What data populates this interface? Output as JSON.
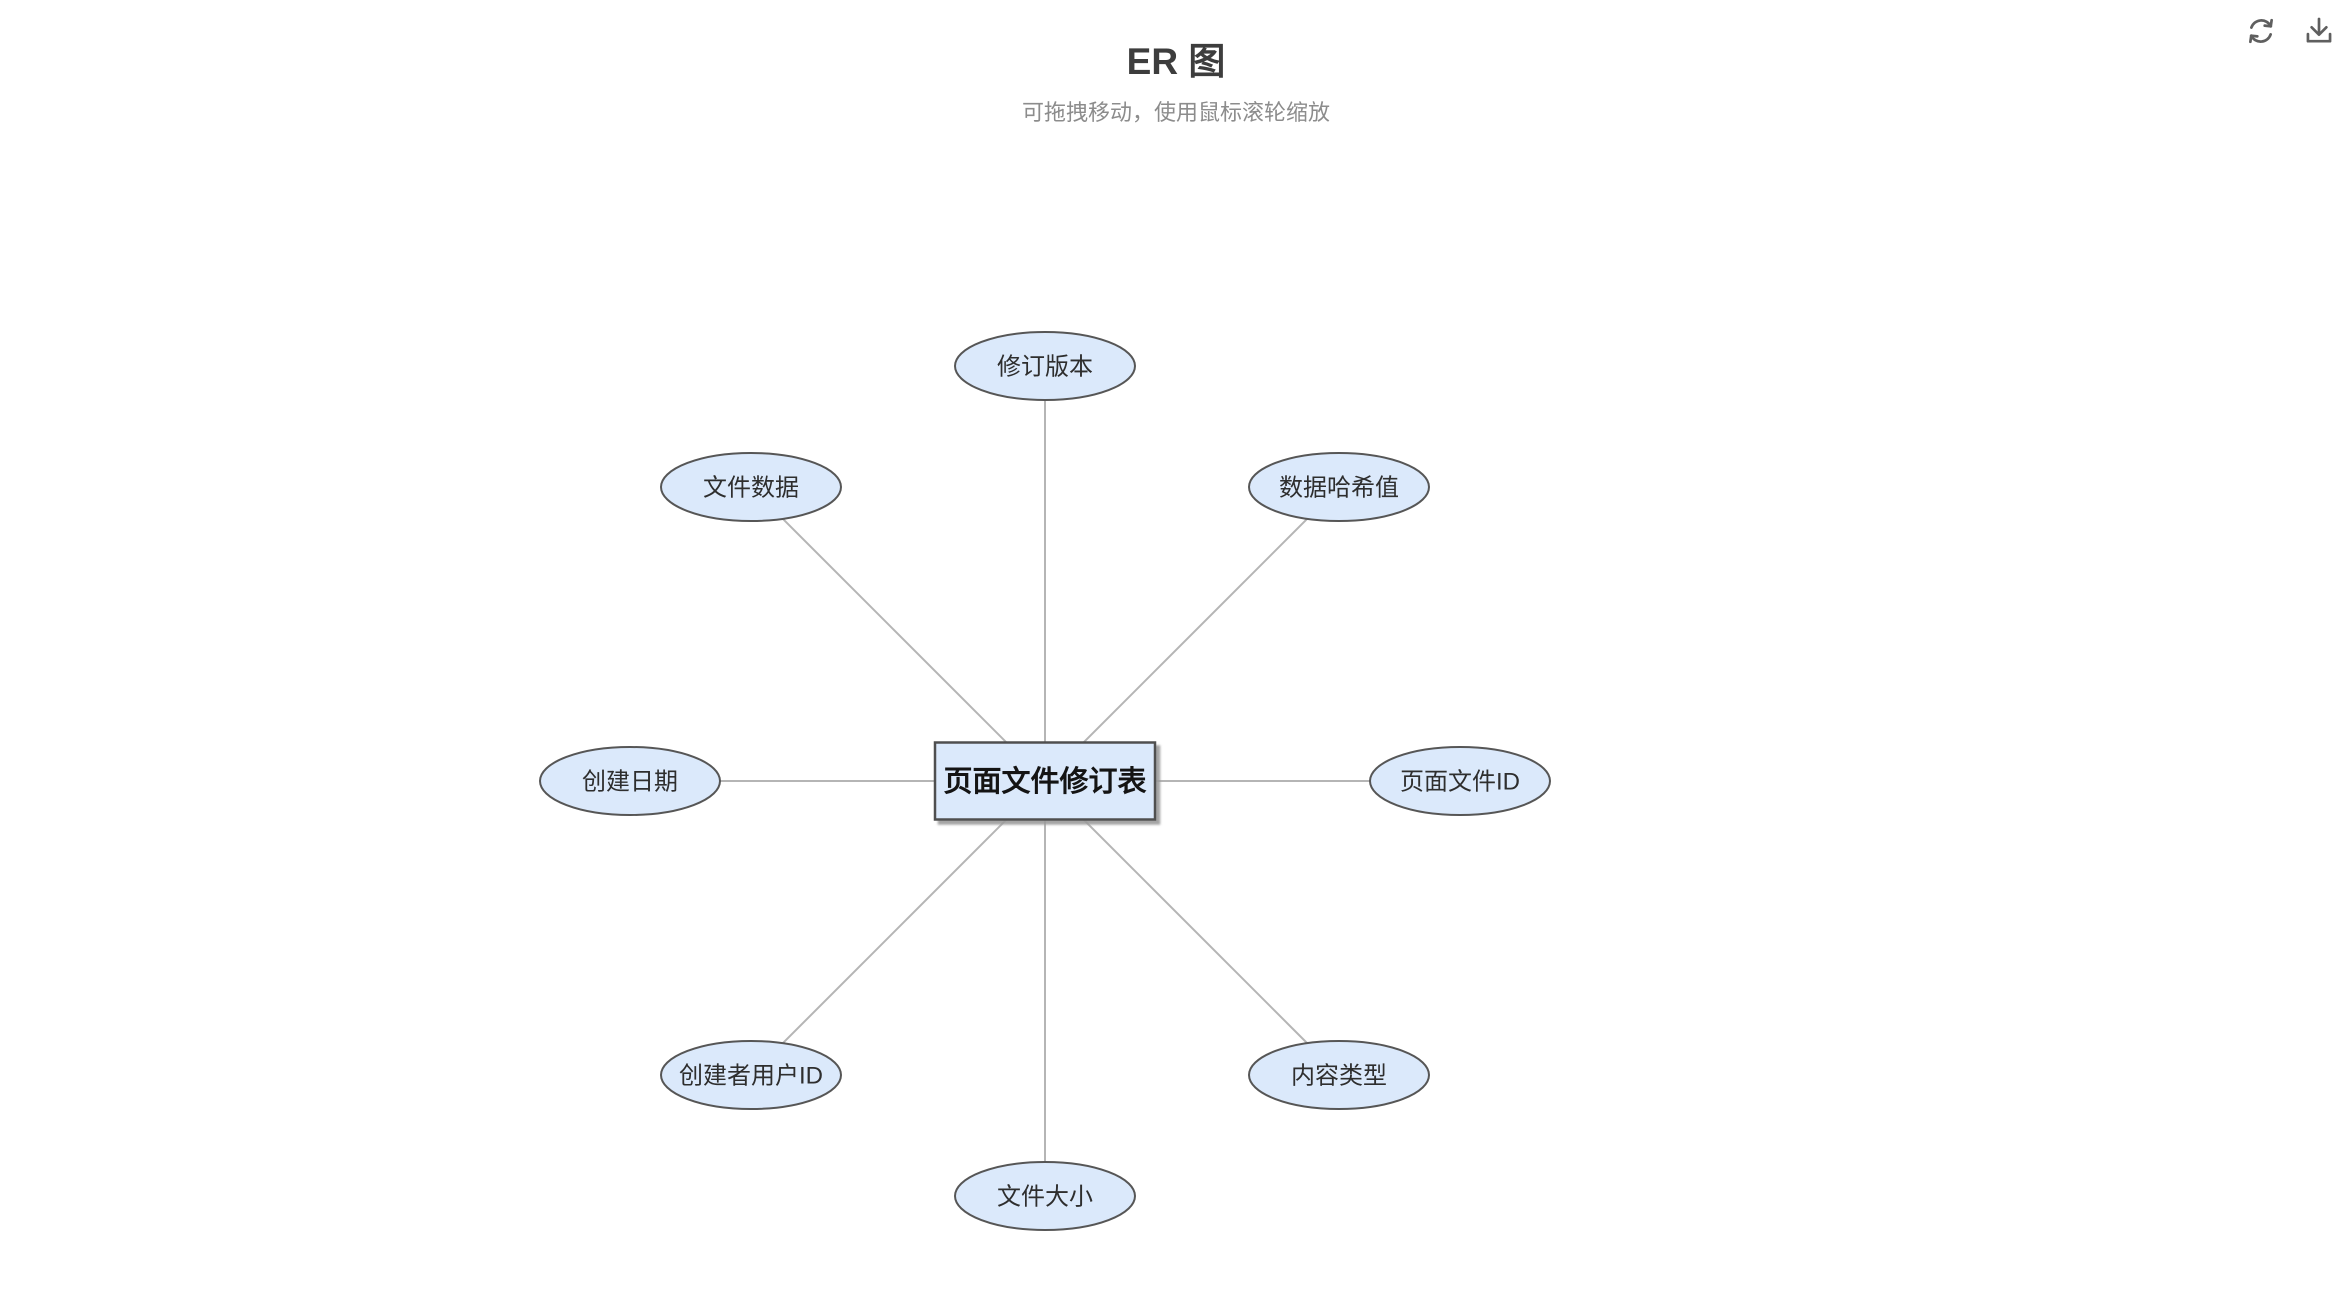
{
  "header": {
    "title": "ER 图",
    "subtitle": "可拖拽移动，使用鼠标滚轮缩放"
  },
  "toolbar": {
    "icons": [
      "refresh-icon",
      "download-icon"
    ]
  },
  "colors": {
    "background": "#ffffff",
    "node_fill": "#dbe9fb",
    "node_stroke": "#565656",
    "entity_stroke": "#4f4f4f",
    "connector_line": "#b5b5b5",
    "title_text": "#3d3d3d",
    "subtitle_text": "#8c8c8c",
    "node_text": "#2e2e2e",
    "icon_color": "#5f5f5f"
  },
  "diagram": {
    "entity": {
      "label": "页面文件修订表"
    },
    "attributes": [
      {
        "label": "修订版本",
        "position": "top"
      },
      {
        "label": "数据哈希值",
        "position": "top-right"
      },
      {
        "label": "页面文件ID",
        "position": "right"
      },
      {
        "label": "内容类型",
        "position": "bottom-right"
      },
      {
        "label": "文件大小",
        "position": "bottom"
      },
      {
        "label": "创建者用户ID",
        "position": "bottom-left"
      },
      {
        "label": "创建日期",
        "position": "left"
      },
      {
        "label": "文件数据",
        "position": "top-left"
      }
    ]
  }
}
